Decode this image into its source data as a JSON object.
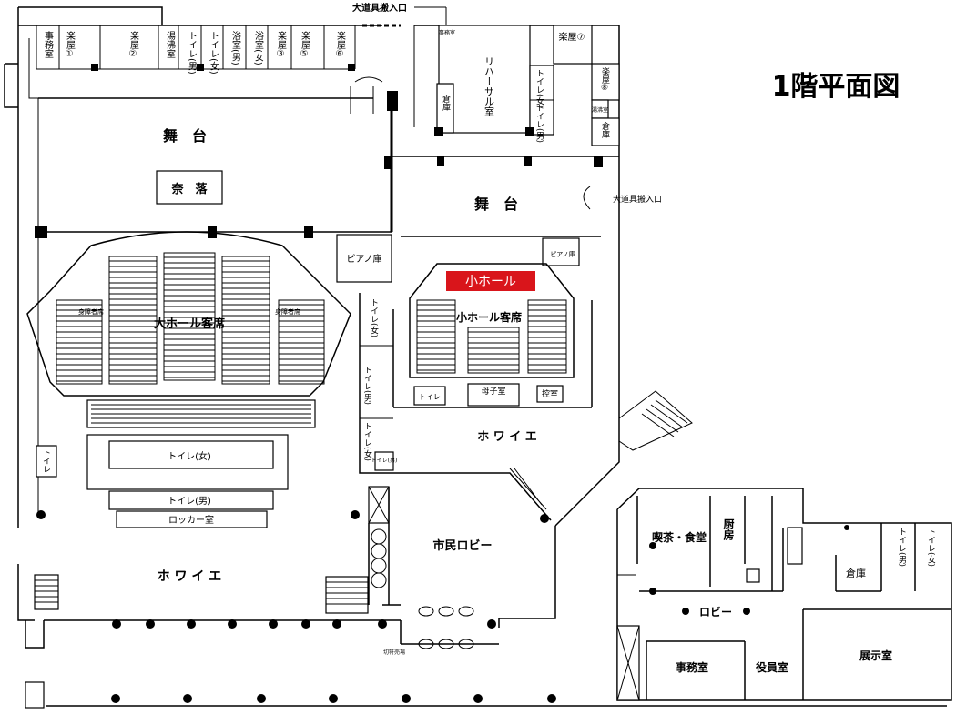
{
  "floor_title": "1階平面図",
  "large_hall": {
    "stage": "舞　台",
    "pit": "奈　落",
    "seats": "大ホール客席",
    "disabled_seat_left": "身障者席",
    "disabled_seat_right": "身障者席",
    "foyer": "ホ ワ イ エ",
    "toilet_women": "トイレ(女)",
    "toilet_men": "トイレ(男)",
    "locker": "ロッカー室",
    "toilet_side": "トイレ"
  },
  "backstage_rooms": [
    "事務室",
    "楽屋①",
    "楽屋②",
    "湯沸室",
    "トイレ(男)",
    "トイレ(女)",
    "浴室(男)",
    "浴室(女)",
    "楽屋③",
    "楽屋⑤",
    "楽屋⑥"
  ],
  "loading_top": "大道具搬入口",
  "loading_right": "大道具搬入口",
  "rehearsal": "リハーサル室",
  "storage_a": "倉庫",
  "storage_b": "倉庫",
  "dressing7": "楽屋⑦",
  "dressing8": "楽屋⑧",
  "boiler": "湯沸室",
  "rehearsal_toilet_w": "トイレ(女)",
  "rehearsal_toilet_m": "トイレ(男)",
  "office_small": "事務室",
  "small_hall": {
    "badge": "小ホール",
    "badge_color": "#d9151b",
    "stage": "舞　台",
    "seats": "小ホール客席",
    "piano_left": "ピアノ庫",
    "piano_right": "ピアノ庫",
    "toilet": "トイレ",
    "nursing": "母子室",
    "waiting": "控室",
    "foyer": "ホ ワ イ エ"
  },
  "mid_toilets": [
    "トイレ(女)",
    "トイレ(男)",
    "トイレ(女)"
  ],
  "mid_toilet_small": "トイレ(男)",
  "citizen_lobby": "市民ロビー",
  "ticket_booth": "切符売場",
  "annex": {
    "cafe": "喫茶・食堂",
    "kitchen": "厨房",
    "storage": "倉庫",
    "toilet_m": "トイレ(男)",
    "toilet_w": "トイレ(女)",
    "lobby": "ロビー",
    "office": "事務室",
    "executive": "役員室",
    "exhibition": "展示室"
  }
}
